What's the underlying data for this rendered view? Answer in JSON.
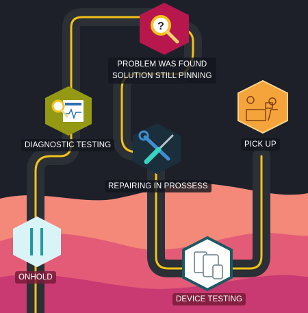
{
  "colors": {
    "background": "#1d2029",
    "road": "#2b2f36",
    "road_line": "#f2c318",
    "hill_light": "#f4897a",
    "hill_mid": "#e45b78",
    "hill_dark": "#c93a73",
    "hex_problem": "#b8174e",
    "hex_diagnostic": "#949914",
    "hex_repair": "#1b2e3c",
    "hex_pickup": "#f5a33b",
    "hex_onhold": "#d9f4f7",
    "hex_device": "#ffffff"
  },
  "steps": {
    "problem": {
      "line1": "PROBLEM WAS FOUND",
      "line2": "SOLUTION STILL PINNING",
      "icon": "magnifier-question-icon"
    },
    "diagnostic": {
      "label": "DIAGNOSTIC TESTING",
      "icon": "diagnostic-report-icon"
    },
    "repair": {
      "label": "REPAIRING IN PROSSESS",
      "icon": "wrench-screwdriver-icon"
    },
    "pickup": {
      "label": "PICK UP",
      "icon": "pickup-counter-icon"
    },
    "onhold": {
      "label": "ONHOLD",
      "icon": "pause-icon"
    },
    "device": {
      "label": "DEVICE TESTING",
      "icon": "devices-icon"
    }
  }
}
